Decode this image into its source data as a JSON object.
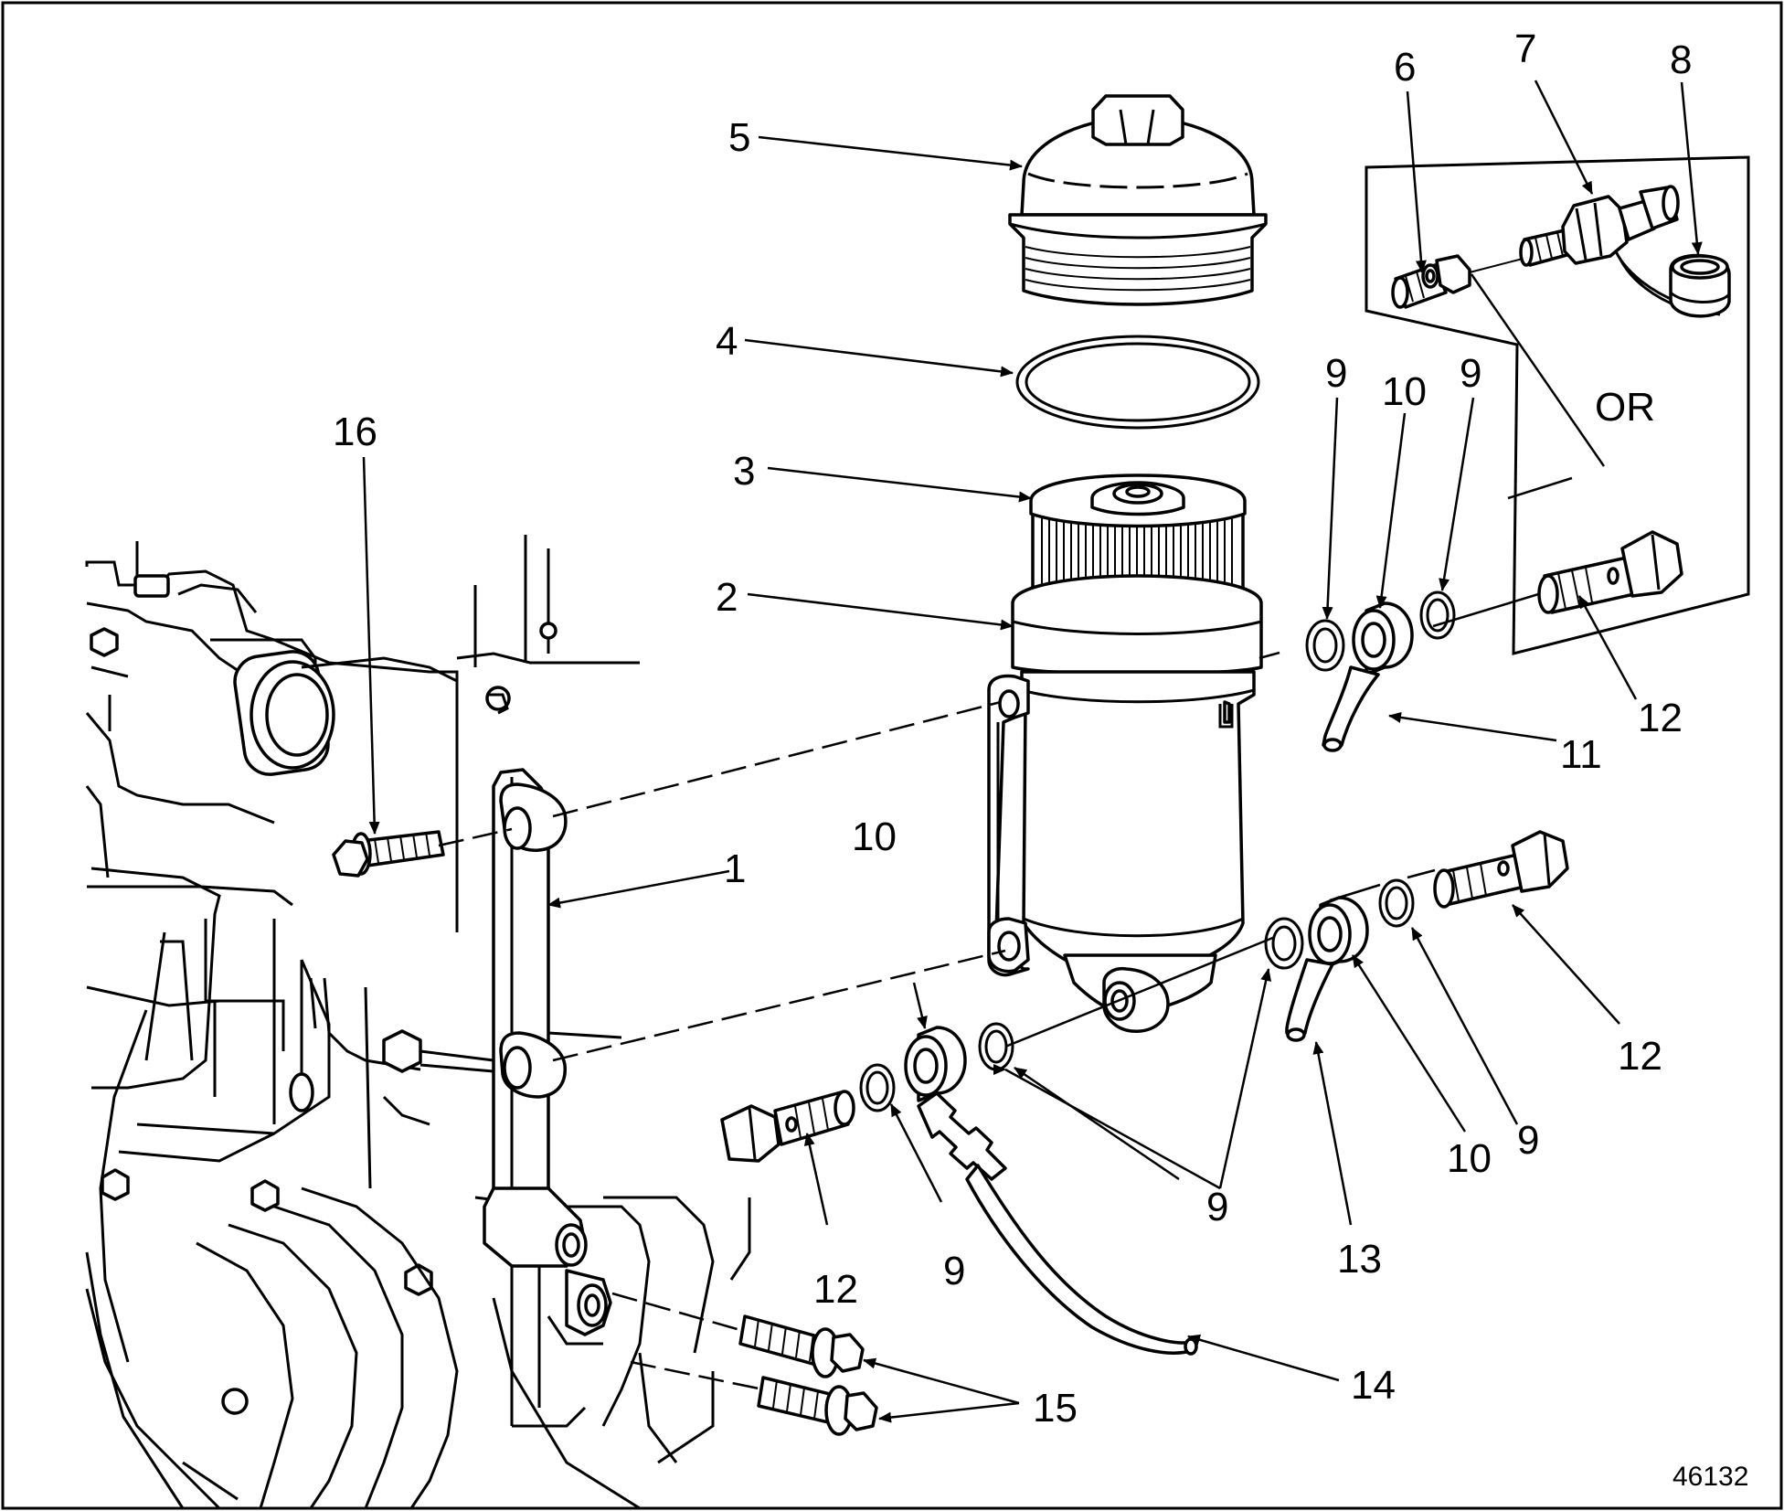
{
  "figure_id": "46132",
  "or_text": "OR",
  "callouts": {
    "c1": "1",
    "c2": "2",
    "c3": "3",
    "c4": "4",
    "c5": "5",
    "c6": "6",
    "c7": "7",
    "c8": "8",
    "c9a": "9",
    "c9b": "9",
    "c9c": "9",
    "c9d": "9",
    "c9e": "9",
    "c10a": "10",
    "c10b": "10",
    "c10c": "10",
    "c11": "11",
    "c12a": "12",
    "c12b": "12",
    "c12c": "12",
    "c13": "13",
    "c14": "14",
    "c15": "15",
    "c16": "16"
  }
}
